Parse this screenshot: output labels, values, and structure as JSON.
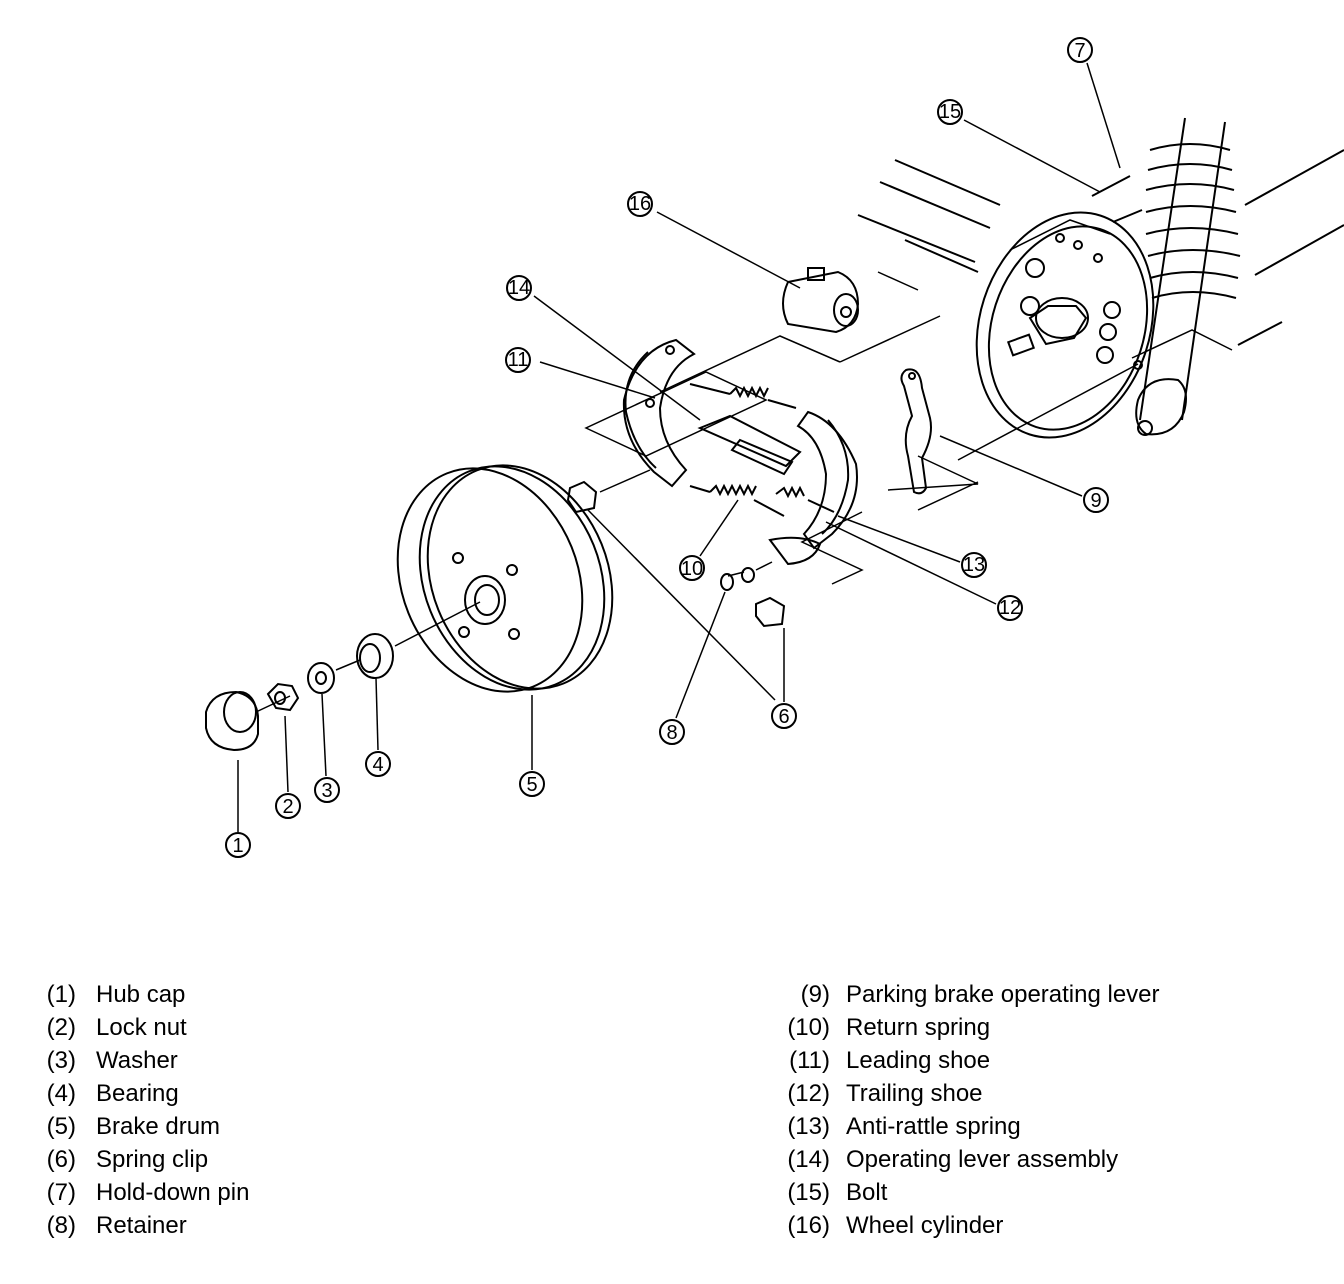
{
  "callouts": [
    "1",
    "2",
    "3",
    "4",
    "5",
    "6",
    "7",
    "8",
    "9",
    "10",
    "11",
    "12",
    "13",
    "14",
    "15",
    "16"
  ],
  "legend_left": [
    {
      "num": "(1)",
      "label": "Hub cap"
    },
    {
      "num": "(2)",
      "label": "Lock nut"
    },
    {
      "num": "(3)",
      "label": "Washer"
    },
    {
      "num": "(4)",
      "label": "Bearing"
    },
    {
      "num": "(5)",
      "label": "Brake drum"
    },
    {
      "num": "(6)",
      "label": "Spring clip"
    },
    {
      "num": "(7)",
      "label": "Hold-down pin"
    },
    {
      "num": "(8)",
      "label": "Retainer"
    }
  ],
  "legend_right": [
    {
      "num": "(9)",
      "label": "Parking brake operating lever"
    },
    {
      "num": "(10)",
      "label": "Return spring"
    },
    {
      "num": "(11)",
      "label": "Leading shoe"
    },
    {
      "num": "(12)",
      "label": "Trailing shoe"
    },
    {
      "num": "(13)",
      "label": "Anti-rattle spring"
    },
    {
      "num": "(14)",
      "label": "Operating lever assembly"
    },
    {
      "num": "(15)",
      "label": "Bolt"
    },
    {
      "num": "(16)",
      "label": "Wheel cylinder"
    }
  ]
}
